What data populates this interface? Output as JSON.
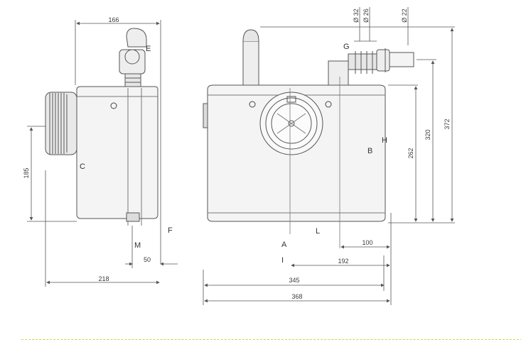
{
  "dimensions": {
    "d166": "166",
    "d185": "185",
    "d218": "218",
    "d50": "50",
    "d100": "100",
    "d192": "192",
    "d345": "345",
    "d368": "368",
    "d262": "262",
    "d320": "320",
    "d372": "372",
    "dia32": "Ø 32",
    "dia26": "Ø 26",
    "dia22": "Ø 22"
  },
  "callouts": {
    "A": "A",
    "B": "B",
    "C": "C",
    "E": "E",
    "F": "F",
    "G": "G",
    "H": "H",
    "I": "I",
    "L": "L",
    "M": "M"
  },
  "colors": {
    "line": "#555555",
    "body_fill": "#f2f2f2",
    "rule": "#c7d94a"
  }
}
